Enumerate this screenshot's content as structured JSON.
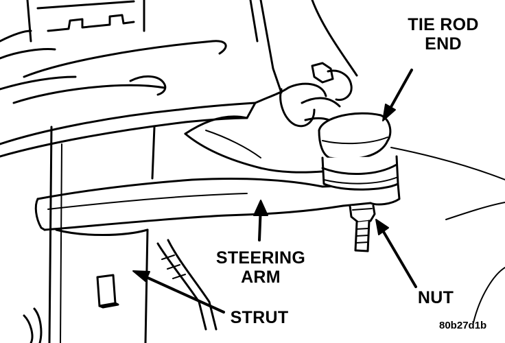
{
  "labels": {
    "tie_rod_end_line1": "TIE ROD",
    "tie_rod_end_line2": "END",
    "steering_arm_line1": "STEERING",
    "steering_arm_line2": "ARM",
    "nut": "NUT",
    "strut": "STRUT"
  },
  "figure_id": "80b27d1b"
}
